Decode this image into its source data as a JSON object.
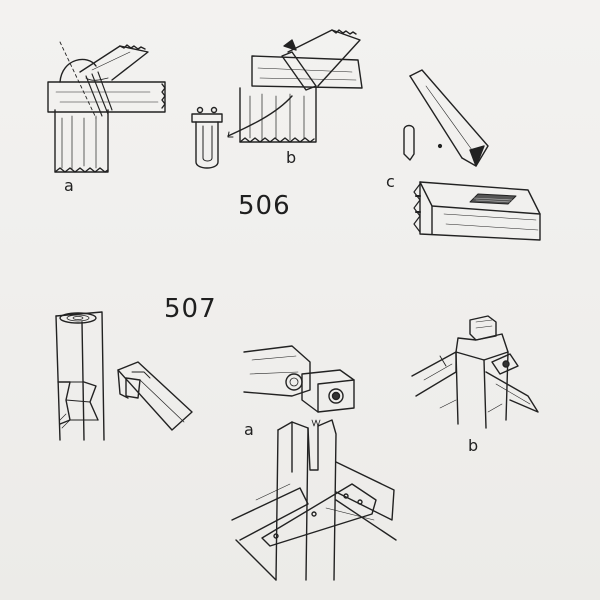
{
  "figures": [
    {
      "number": "506",
      "panel_labels": [
        "a",
        "b",
        "c"
      ]
    },
    {
      "number": "507",
      "panel_labels": [
        "a",
        "b"
      ]
    }
  ],
  "colors": {
    "ink": "#222222",
    "paper": "#f1f0ee",
    "hatch": "#555555"
  }
}
